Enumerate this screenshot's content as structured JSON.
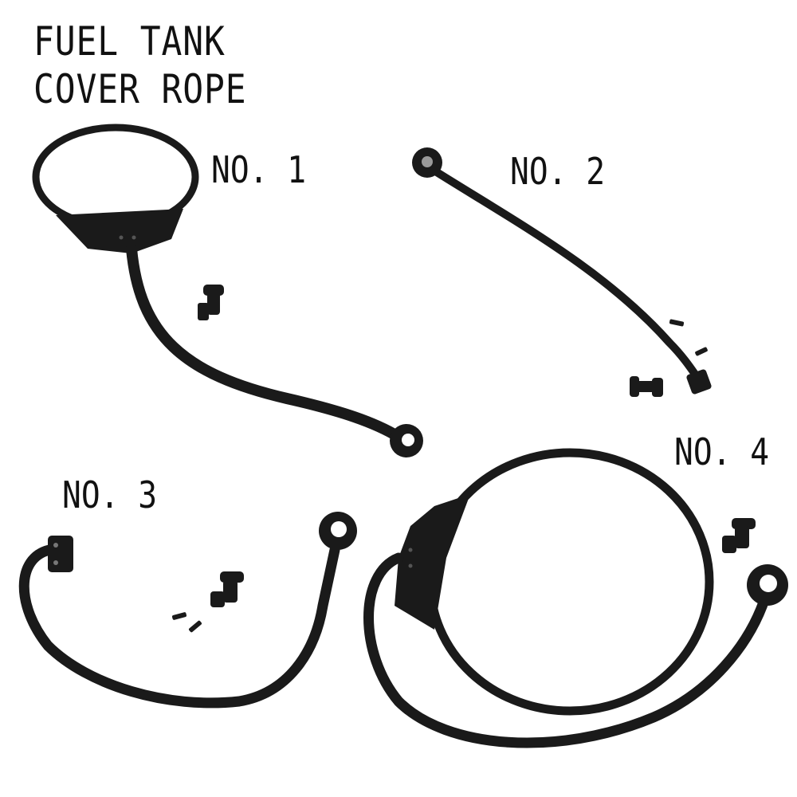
{
  "title": {
    "line1": "FUEL TANK",
    "line2": "COVER ROPE"
  },
  "items": [
    {
      "label": "NO. 1"
    },
    {
      "label": "NO. 2"
    },
    {
      "label": "NO. 3"
    },
    {
      "label": "NO. 4"
    }
  ],
  "colors": {
    "background": "#ffffff",
    "rubber": "#1a1a1a",
    "text": "#111111"
  }
}
